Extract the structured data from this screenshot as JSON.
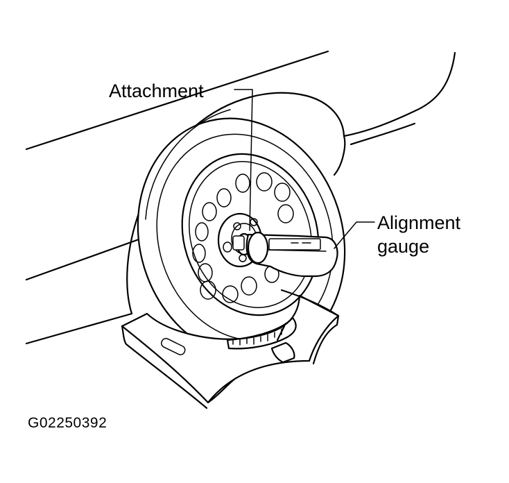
{
  "labels": {
    "attachment": "Attachment",
    "alignment_gauge_line1": "Alignment",
    "alignment_gauge_line2": "gauge"
  },
  "figure_id": "G02250392",
  "colors": {
    "ink": "#000000",
    "paper": "#ffffff"
  }
}
